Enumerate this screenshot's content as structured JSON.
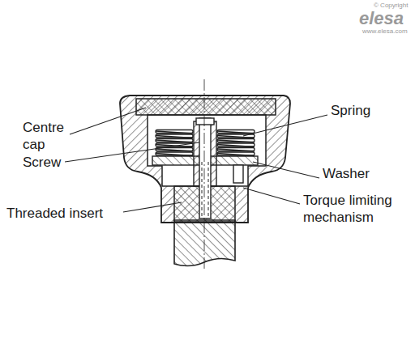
{
  "diagram": {
    "labels": [
      "Centre cap",
      "Spring",
      "Screw",
      "Washer",
      "Threaded insert",
      "Torque limiting mechanism",
      "© Copyright",
      "elesa",
      "www.elesa.com"
    ]
  }
}
